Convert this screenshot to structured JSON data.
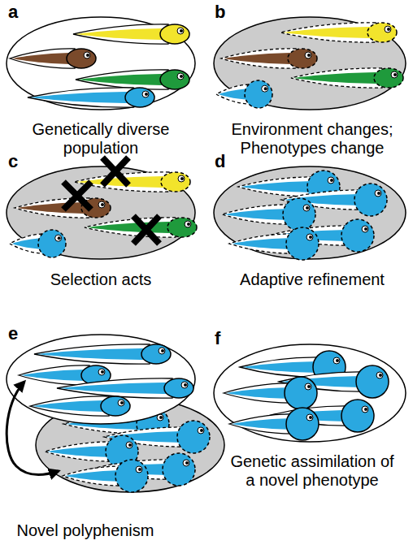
{
  "diagram": {
    "nodes": [
      {
        "text": [
          "a",
          "Genetically diverse population"
        ]
      },
      {
        "text": [
          "b",
          "Environment changes; Phenotypes change"
        ]
      },
      {
        "text": [
          "c",
          "Selection acts"
        ]
      },
      {
        "text": [
          "d",
          "Adaptive refinement"
        ]
      },
      {
        "text": [
          "e",
          "Novel polyphenism"
        ]
      },
      {
        "text": [
          "f",
          "Genetic assimilation of a novel phenotype"
        ]
      }
    ]
  }
}
